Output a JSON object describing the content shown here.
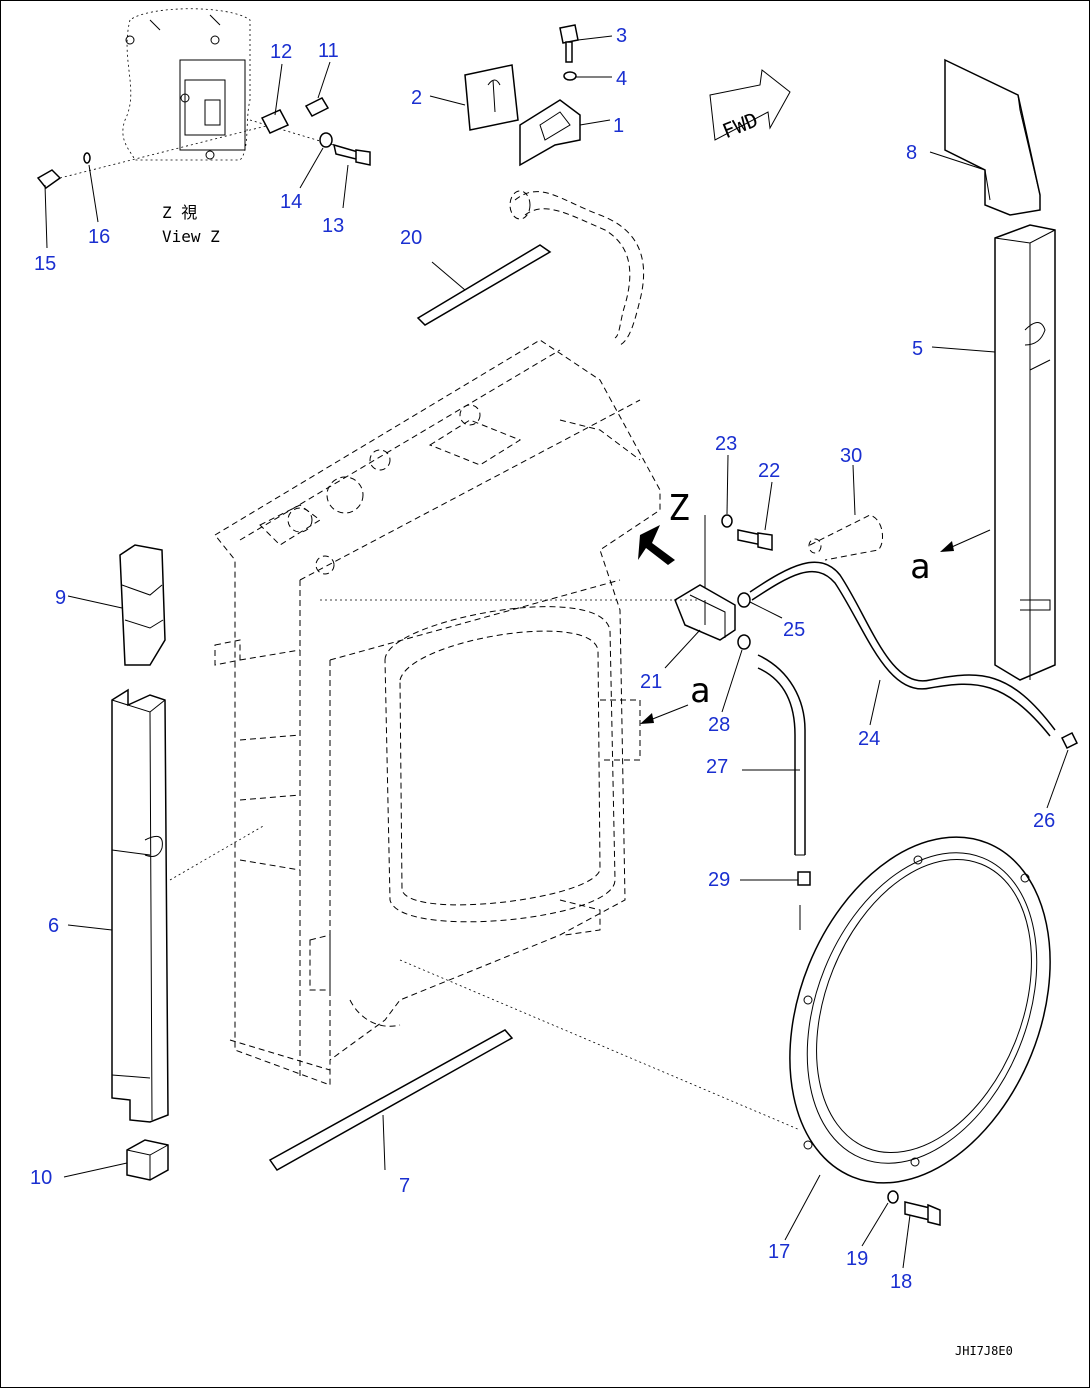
{
  "diagram": {
    "view_label_jp": "Z 視",
    "view_label_en": "View Z",
    "fwd_label": "FWD",
    "view_marker": "Z",
    "arrow_marker_top": "a",
    "arrow_marker_mid": "a",
    "drawing_code": "JHI7J8E0",
    "label_color": "#1a2fd0",
    "part_numbers": {
      "p1": "1",
      "p2": "2",
      "p3": "3",
      "p4": "4",
      "p5": "5",
      "p6": "6",
      "p7": "7",
      "p8": "8",
      "p9": "9",
      "p10": "10",
      "p11": "11",
      "p12": "12",
      "p13": "13",
      "p14": "14",
      "p15": "15",
      "p16": "16",
      "p17": "17",
      "p18": "18",
      "p19": "19",
      "p20": "20",
      "p21": "21",
      "p22": "22",
      "p23": "23",
      "p24": "24",
      "p25": "25",
      "p26": "26",
      "p27": "27",
      "p28": "28",
      "p29": "29",
      "p30": "30"
    }
  }
}
